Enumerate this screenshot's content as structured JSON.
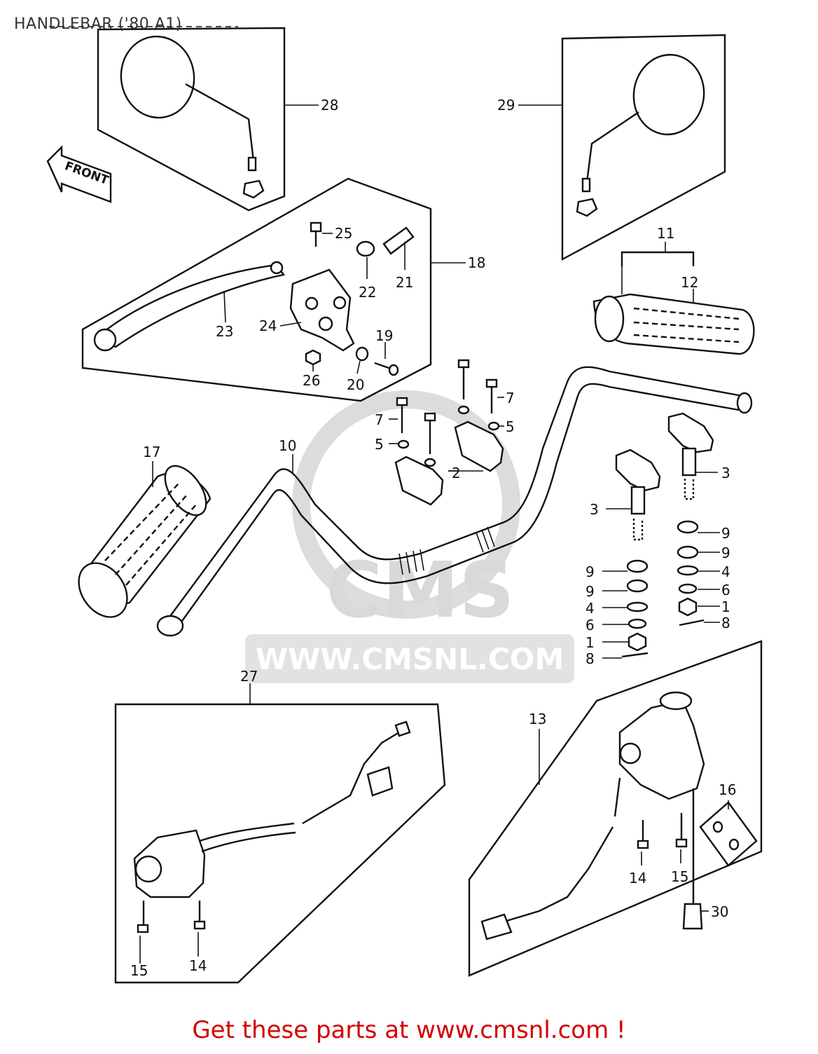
{
  "diagram": {
    "title": "HANDLEBAR ('80 A1)",
    "front_label": "FRONT",
    "watermark": {
      "brand": "CMS",
      "url": "WWW.CMSNL.COM"
    },
    "footer_text": "Get these parts at www.cmsnl.com !",
    "colors": {
      "footer": "#d40000",
      "lines": "#111111",
      "watermark": "#d9d9d9"
    },
    "callouts": {
      "c28": "28",
      "c29": "29",
      "c11": "11",
      "c12": "12",
      "c18": "18",
      "c25": "25",
      "c22": "22",
      "c21": "21",
      "c23": "23",
      "c24": "24",
      "c19": "19",
      "c26": "26",
      "c20": "20",
      "c7a": "7",
      "c7b": "7",
      "c5a": "5",
      "c5b": "5",
      "c2": "2",
      "c10": "10",
      "c17": "17",
      "c3a": "3",
      "c3b": "3",
      "c9a": "9",
      "c9b": "9",
      "c9c": "9",
      "c9d": "9",
      "c4a": "4",
      "c4b": "4",
      "c6a": "6",
      "c6b": "6",
      "c1a": "1",
      "c1b": "1",
      "c8a": "8",
      "c8b": "8",
      "c27": "27",
      "c13": "13",
      "c16": "16",
      "c14a": "14",
      "c14b": "14",
      "c15a": "15",
      "c15b": "15",
      "c30": "30"
    }
  }
}
